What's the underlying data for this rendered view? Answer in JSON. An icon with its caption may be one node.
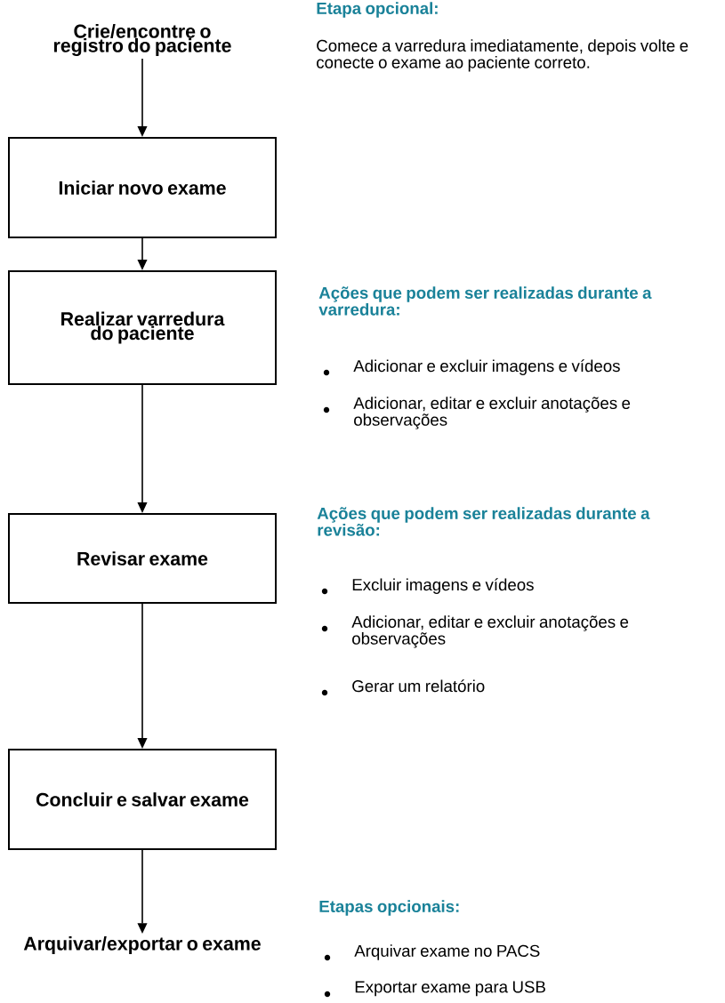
{
  "diagram": {
    "nodes": [
      {
        "text": [
          "Crie/encontre o registro do paciente"
        ]
      },
      {
        "text": [
          "Iniciar novo exame"
        ]
      },
      {
        "text": [
          "Realizar varredura do paciente"
        ]
      },
      {
        "text": [
          "Revisar exame"
        ]
      },
      {
        "text": [
          "Concluir e salvar exame"
        ]
      },
      {
        "text": [
          "Arquivar/exportar o exame"
        ]
      }
    ],
    "edges": [
      {
        "from": 0,
        "to": 1,
        "arrow": "to"
      },
      {
        "from": 1,
        "to": 2,
        "arrow": "to"
      },
      {
        "from": 2,
        "to": 3,
        "arrow": "to"
      },
      {
        "from": 3,
        "to": 4,
        "arrow": "to"
      },
      {
        "from": 4,
        "to": 5,
        "arrow": "to"
      }
    ],
    "labels": [
      "Etapa opcional:",
      "Comece a varredura imediatamente, depois volte e conecte o exame ao paciente correto.",
      "Ações que podem ser realizadas durante a varredura:",
      "Adicionar e excluir imagens e vídeos",
      "Adicionar, editar e excluir anotações e observações",
      "Ações que podem ser realizadas durante a revisão:",
      "Excluir imagens e vídeos",
      "Adicionar, editar e excluir anotações e observações",
      "Gerar um relatório",
      "Etapas opcionais:",
      "Arquivar exame no PACS",
      "Exportar exame para USB"
    ]
  }
}
